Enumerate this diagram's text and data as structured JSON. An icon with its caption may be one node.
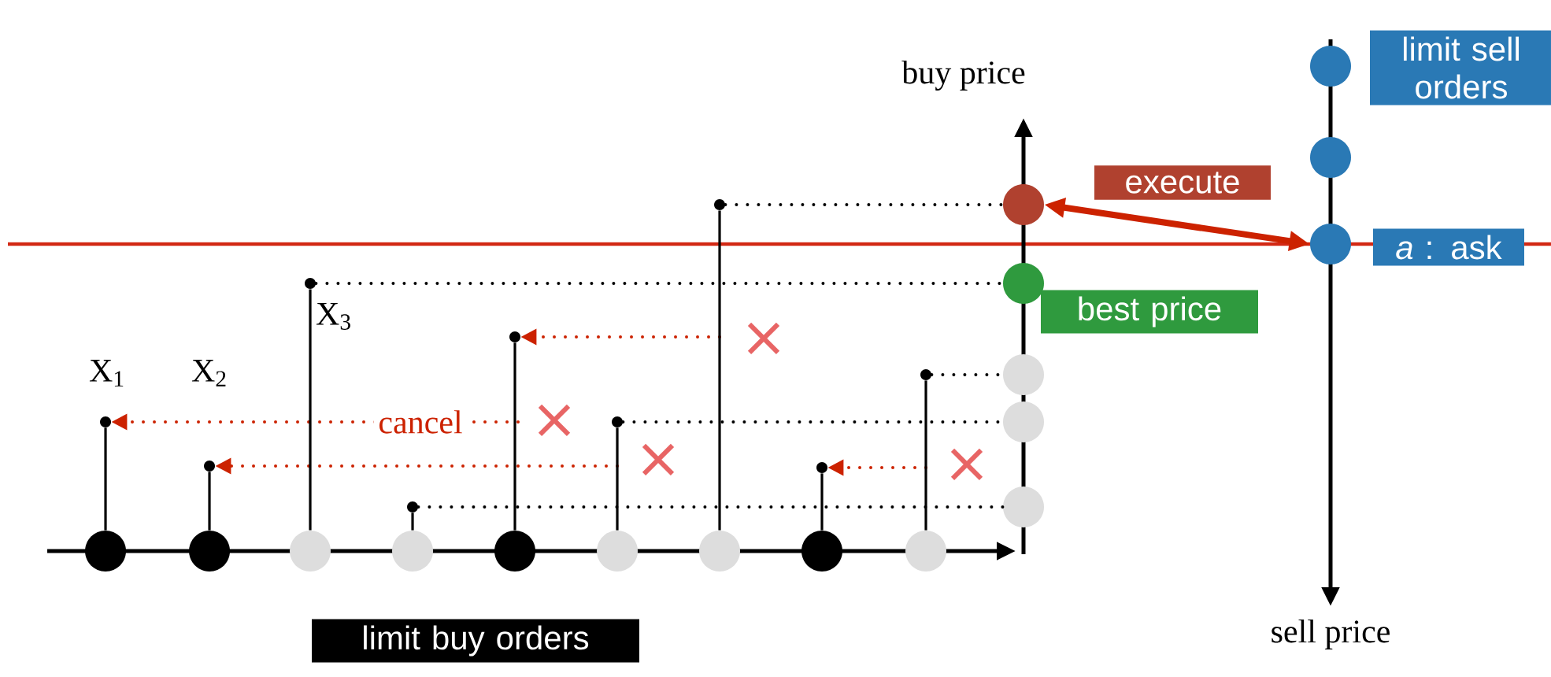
{
  "diagram": {
    "nodes": [
      {
        "text": [
          "limit sell orders"
        ]
      },
      {
        "text": [
          "execute"
        ]
      },
      {
        "text": [
          "*a* : ask"
        ]
      },
      {
        "text": [
          "best price"
        ]
      },
      {
        "text": [
          "limit buy orders"
        ]
      },
      {
        "text": [],
        "shape": "circle"
      },
      {
        "text": [],
        "shape": "circle"
      },
      {
        "text": [],
        "shape": "circle"
      },
      {
        "text": [],
        "shape": "circle"
      },
      {
        "text": [],
        "shape": "circle"
      },
      {
        "text": [],
        "shape": "circle"
      },
      {
        "text": [],
        "shape": "circle"
      },
      {
        "text": [],
        "shape": "circle"
      },
      {
        "text": [],
        "shape": "circle"
      },
      {
        "text": [],
        "shape": "circle"
      },
      {
        "text": [],
        "shape": "circle"
      },
      {
        "text": [],
        "shape": "circle"
      },
      {
        "text": [],
        "shape": "circle"
      },
      {
        "text": [],
        "shape": "circle"
      },
      {
        "text": [],
        "shape": "circle"
      },
      {
        "text": [],
        "shape": "circle"
      },
      {
        "text": [],
        "shape": "circle"
      },
      {
        "text": [],
        "shape": "dot"
      },
      {
        "text": [],
        "shape": "dot"
      },
      {
        "text": [],
        "shape": "dot"
      },
      {
        "text": [],
        "shape": "dot"
      },
      {
        "text": [],
        "shape": "dot"
      },
      {
        "text": [],
        "shape": "dot"
      },
      {
        "text": [],
        "shape": "dot"
      },
      {
        "text": [],
        "shape": "dot"
      },
      {
        "text": [],
        "shape": "dot"
      }
    ],
    "edges": [
      {
        "from": 8,
        "to": 7,
        "arrow": "both",
        "style": "thick",
        "color": "#cc2200"
      },
      {
        "from": 28,
        "to": 8,
        "arrow": "none",
        "style": "dashed"
      },
      {
        "from": 24,
        "to": 9,
        "arrow": "none",
        "style": "dashed"
      },
      {
        "from": 30,
        "to": 10,
        "arrow": "none",
        "style": "dashed"
      },
      {
        "from": 27,
        "to": 11,
        "arrow": "none",
        "style": "dashed"
      },
      {
        "from": 25,
        "to": 12,
        "arrow": "none",
        "style": "dashed"
      },
      {
        "from": null,
        "to": 22,
        "arrow": "to",
        "style": "dashed",
        "color": "#cc2200",
        "label": "cancel"
      },
      {
        "from": null,
        "to": 23,
        "arrow": "to",
        "style": "dashed",
        "color": "#cc2200"
      },
      {
        "from": null,
        "to": 26,
        "arrow": "to",
        "style": "dashed",
        "color": "#cc2200"
      },
      {
        "from": null,
        "to": 29,
        "arrow": "to",
        "style": "dashed",
        "color": "#cc2200"
      },
      {
        "from": 13,
        "to": 22,
        "arrow": "none"
      },
      {
        "from": 14,
        "to": 23,
        "arrow": "none"
      },
      {
        "from": 15,
        "to": 24,
        "arrow": "none"
      },
      {
        "from": 16,
        "to": 25,
        "arrow": "none"
      },
      {
        "from": 17,
        "to": 26,
        "arrow": "none"
      },
      {
        "from": 18,
        "to": 27,
        "arrow": "none"
      },
      {
        "from": 19,
        "to": 28,
        "arrow": "none"
      },
      {
        "from": 20,
        "to": 29,
        "arrow": "none"
      },
      {
        "from": 21,
        "to": 30,
        "arrow": "none"
      }
    ],
    "labels": [
      "buy price",
      "X$_{1}$",
      "X$_{2}$",
      "X$_{3}$",
      "sell price"
    ]
  }
}
